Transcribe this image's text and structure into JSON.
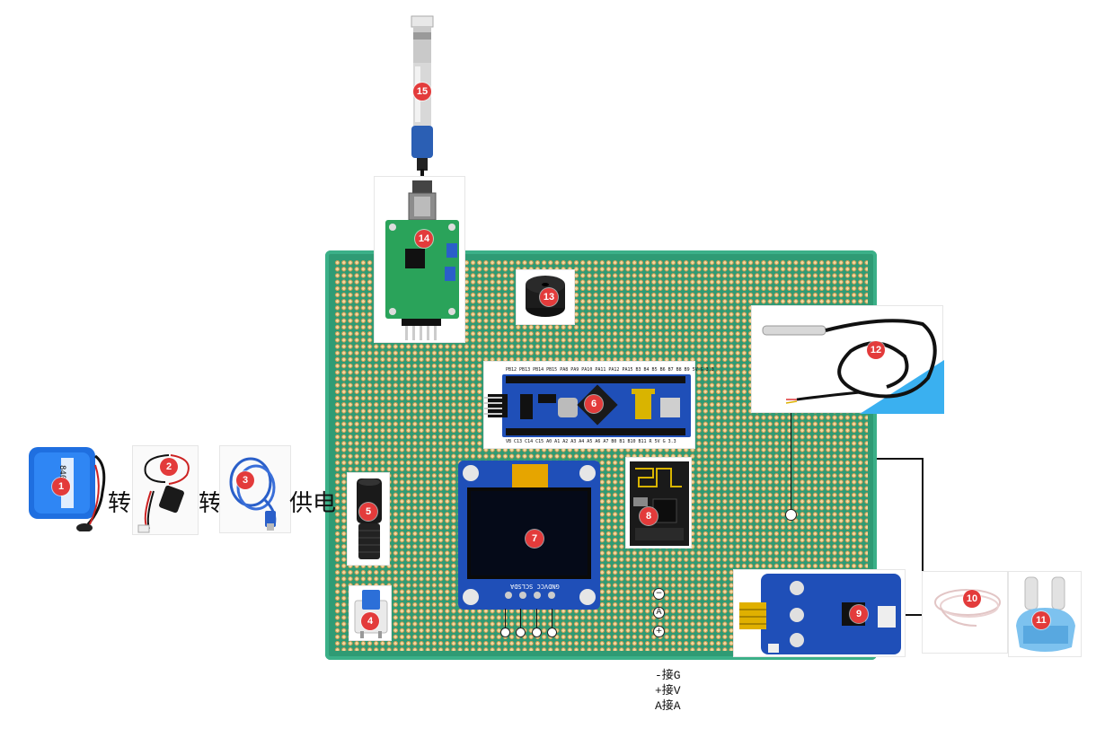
{
  "connectors": {
    "zhuan_1": "转",
    "zhuan_2": "转",
    "gongdian": "供电"
  },
  "badges": [
    "1",
    "2",
    "3",
    "4",
    "5",
    "6",
    "7",
    "8",
    "9",
    "10",
    "11",
    "12",
    "13",
    "14",
    "15"
  ],
  "pins": {
    "minus": "−",
    "a": "A",
    "plus": "+"
  },
  "pin_notes": [
    "-接G",
    "+接V",
    "A接A"
  ],
  "battery_text": "8400",
  "mcu_silk_top": "PB12 PB13 PB14 PB15 PA8 PA9 PA10 PA11 PA12 PA15 B3 B4 B5 B6 B7 B8 B9 5V G 3.3",
  "mcu_silk_bottom": "VB C13 C14 C15 A0 A1 A2 A3 A4 A5 A6 A7 B0 B1 B10 B11 R 5V G 3.3",
  "oled_silk": "GNDVCC SCLSDA",
  "colors": {
    "board": "#2f9b74",
    "badge": "#e33b3b",
    "pcb_blue": "#1f4fb8",
    "pcb_green": "#2aa35a"
  }
}
